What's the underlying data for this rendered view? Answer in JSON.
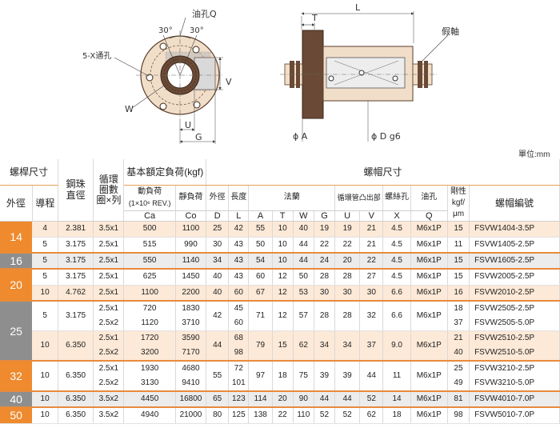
{
  "drawing": {
    "labels": {
      "oil_hole": "油孔Q",
      "angle_left": "30°",
      "angle_right": "30°",
      "through_hole": "5-X通孔",
      "w": "W",
      "u": "U",
      "g": "G",
      "v": "V",
      "t": "T",
      "l": "L",
      "dummy_shaft": "假軸",
      "phi_a": "ϕ A",
      "phi_d": "ϕ D g6"
    }
  },
  "unit": "單位:mm",
  "header": {
    "screw_size": "螺桿尺寸",
    "outer_dia": "外徑",
    "lead": "導程",
    "ball": "鋼珠",
    "ball_dia": "直徑",
    "circ": "循環",
    "circ_count": "圈數",
    "circ_unit": "圈×列",
    "rated_load": "基本額定負荷(kgf)",
    "dyn_load": "動負荷",
    "dyn_note": "(1×10⁶ REV.)",
    "ca": "Ca",
    "static_load": "靜負荷",
    "co": "Co",
    "nut_size": "螺帽尺寸",
    "nut_od": "外徑",
    "nut_len": "長度",
    "flange": "法蘭",
    "return_tube": "循環管凸出部",
    "bolt_hole": "螺絲孔",
    "oil": "油孔",
    "rigidity": "剛性",
    "rigidity_unit1": "kgf/",
    "rigidity_unit2": "μm",
    "model": "螺帽編號",
    "cols": [
      "D",
      "L",
      "A",
      "T",
      "W",
      "G",
      "U",
      "V",
      "X",
      "Q"
    ]
  },
  "groups": [
    {
      "od": "14",
      "rows": [
        {
          "lead": "4",
          "ball": "2.381",
          "circ": [
            "3.5x1"
          ],
          "ca": [
            "500"
          ],
          "co": [
            "1100"
          ],
          "D": "25",
          "L": [
            "42"
          ],
          "A": "55",
          "T": "10",
          "W": "40",
          "G": "19",
          "U": "19",
          "V": "21",
          "X": "4.5",
          "Q": "M6x1P",
          "rig": [
            "15"
          ],
          "model": [
            "FSVW1404-3.5P"
          ]
        },
        {
          "lead": "5",
          "ball": "3.175",
          "circ": [
            "2.5x1"
          ],
          "ca": [
            "515"
          ],
          "co": [
            "990"
          ],
          "D": "30",
          "L": [
            "43"
          ],
          "A": "50",
          "T": "10",
          "W": "44",
          "G": "22",
          "U": "22",
          "V": "21",
          "X": "4.5",
          "Q": "M6x1P",
          "rig": [
            "11"
          ],
          "model": [
            "FSVW1405-2.5P"
          ]
        }
      ]
    },
    {
      "od": "16",
      "rows": [
        {
          "lead": "5",
          "ball": "3.175",
          "circ": [
            "2.5x1"
          ],
          "ca": [
            "550"
          ],
          "co": [
            "1140"
          ],
          "D": "34",
          "L": [
            "43"
          ],
          "A": "54",
          "T": "10",
          "W": "44",
          "G": "24",
          "U": "20",
          "V": "22",
          "X": "4.5",
          "Q": "M6x1P",
          "rig": [
            "15"
          ],
          "model": [
            "FSVW1605-2.5P"
          ]
        }
      ]
    },
    {
      "od": "20",
      "rows": [
        {
          "lead": "5",
          "ball": "3.175",
          "circ": [
            "2.5x1"
          ],
          "ca": [
            "625"
          ],
          "co": [
            "1450"
          ],
          "D": "40",
          "L": [
            "43"
          ],
          "A": "60",
          "T": "12",
          "W": "50",
          "G": "28",
          "U": "28",
          "V": "27",
          "X": "4.5",
          "Q": "M6x1P",
          "rig": [
            "15"
          ],
          "model": [
            "FSVW2005-2.5P"
          ]
        },
        {
          "lead": "10",
          "ball": "4.762",
          "circ": [
            "2.5x1"
          ],
          "ca": [
            "1100"
          ],
          "co": [
            "2200"
          ],
          "D": "40",
          "L": [
            "60"
          ],
          "A": "67",
          "T": "12",
          "W": "53",
          "G": "30",
          "U": "30",
          "V": "30",
          "X": "6.6",
          "Q": "M6x1P",
          "rig": [
            "16"
          ],
          "model": [
            "FSVW2010-2.5P"
          ]
        }
      ]
    },
    {
      "od": "25",
      "rows": [
        {
          "lead": "5",
          "ball": "3.175",
          "circ": [
            "2.5x1",
            "2.5x2"
          ],
          "ca": [
            "720",
            "1120"
          ],
          "co": [
            "1830",
            "3710"
          ],
          "D": "42",
          "L": [
            "45",
            "60"
          ],
          "A": "71",
          "T": "12",
          "W": "57",
          "G": "28",
          "U": "28",
          "V": "32",
          "X": "6.6",
          "Q": "M6x1P",
          "rig": [
            "18",
            "37"
          ],
          "model": [
            "FSVW2505-2.5P",
            "FSVW2505-5.0P"
          ]
        },
        {
          "lead": "10",
          "ball": "6.350",
          "circ": [
            "2.5x1",
            "2.5x2"
          ],
          "ca": [
            "1720",
            "3200"
          ],
          "co": [
            "3590",
            "7170"
          ],
          "D": "44",
          "L": [
            "68",
            "98"
          ],
          "A": "79",
          "T": "15",
          "W": "62",
          "G": "34",
          "U": "34",
          "V": "37",
          "X": "9.0",
          "Q": "M6x1P",
          "rig": [
            "21",
            "40"
          ],
          "model": [
            "FSVW2510-2.5P",
            "FSVW2510-5.0P"
          ]
        }
      ]
    },
    {
      "od": "32",
      "rows": [
        {
          "lead": "10",
          "ball": "6.350",
          "circ": [
            "2.5x1",
            "2.5x2"
          ],
          "ca": [
            "1930",
            "3130"
          ],
          "co": [
            "4680",
            "9410"
          ],
          "D": "55",
          "L": [
            "72",
            "101"
          ],
          "A": "97",
          "T": "18",
          "W": "75",
          "G": "39",
          "U": "39",
          "V": "44",
          "X": "11",
          "Q": "M6x1P",
          "rig": [
            "25",
            "49"
          ],
          "model": [
            "FSVW3210-2.5P",
            "FSVW3210-5.0P"
          ]
        }
      ]
    },
    {
      "od": "40",
      "rows": [
        {
          "lead": "10",
          "ball": "6.350",
          "circ": [
            "3.5x2"
          ],
          "ca": [
            "4450"
          ],
          "co": [
            "16800"
          ],
          "D": "65",
          "L": [
            "123"
          ],
          "A": "114",
          "T": "20",
          "W": "90",
          "G": "44",
          "U": "44",
          "V": "52",
          "X": "14",
          "Q": "M6x1P",
          "rig": [
            "81"
          ],
          "model": [
            "FSVW4010-7.0P"
          ]
        }
      ]
    },
    {
      "od": "50",
      "rows": [
        {
          "lead": "10",
          "ball": "6.350",
          "circ": [
            "3.5x2"
          ],
          "ca": [
            "4940"
          ],
          "co": [
            "21000"
          ],
          "D": "80",
          "L": [
            "125"
          ],
          "A": "138",
          "T": "22",
          "W": "110",
          "G": "52",
          "U": "52",
          "V": "62",
          "X": "18",
          "Q": "M6x1P",
          "rig": [
            "98"
          ],
          "model": [
            "FSVW5010-7.0P"
          ]
        }
      ]
    }
  ]
}
